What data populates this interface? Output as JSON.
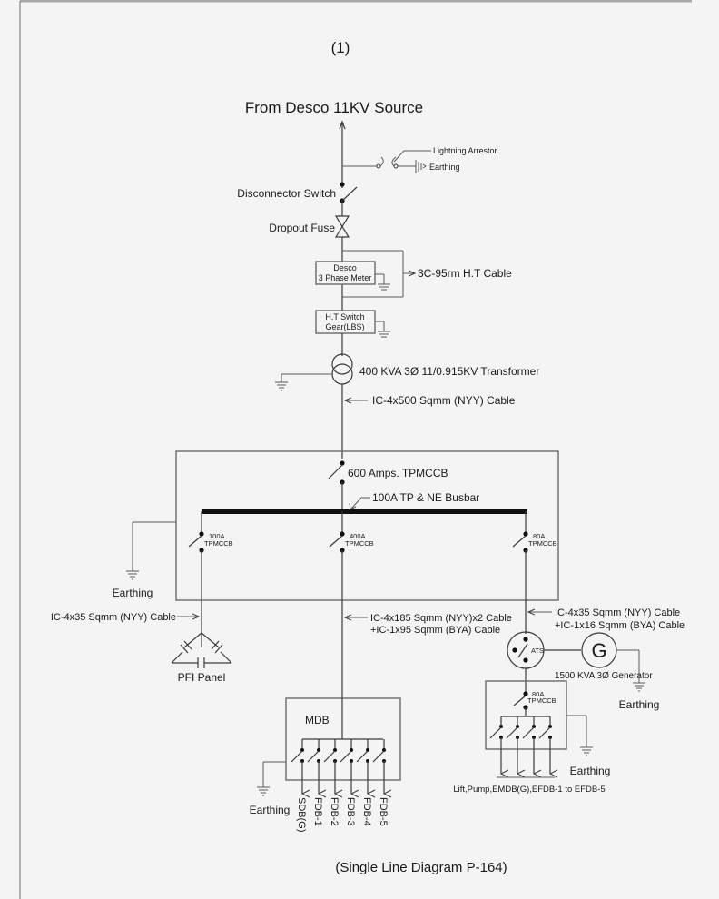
{
  "page": {
    "number_label": "(1)",
    "caption": "(Single Line Diagram P-164)"
  },
  "source": {
    "label": "From Desco 11KV Source"
  },
  "lightning_arrestor": {
    "label": "Lightning Arrestor",
    "earthing_label": "Earthing"
  },
  "disconnector": {
    "label": "Disconnector Switch"
  },
  "dropout_fuse": {
    "label": "Dropout Fuse"
  },
  "meter": {
    "line1": "Desco",
    "line2": "3 Phase Meter"
  },
  "ht_cable": {
    "label": "3C-95rm H.T Cable"
  },
  "ht_switchgear": {
    "line1": "H.T Switch",
    "line2": "Gear(LBS)"
  },
  "transformer": {
    "label": "400 KVA 3Ø 11/0.915KV Transformer"
  },
  "main_cable": {
    "label": "IC-4x500 Sqmm (NYY) Cable"
  },
  "main_breaker": {
    "label": "600 Amps. TPMCCB"
  },
  "busbar": {
    "label": "100A TP & NE Busbar"
  },
  "panel_earthing": {
    "label": "Earthing"
  },
  "feeders": [
    {
      "rating": "100A",
      "type": "TPMCCB"
    },
    {
      "rating": "400A",
      "type": "TPMCCB"
    },
    {
      "rating": "80A",
      "type": "TPMCCB"
    }
  ],
  "pfi": {
    "cable_label": "IC-4x35 Sqmm (NYY) Cable",
    "label": "PFI Panel"
  },
  "mdb": {
    "cable_line1": "IC-4x185 Sqmm (NYY)x2 Cable",
    "cable_line2": "+IC-1x95 Sqmm (BYA) Cable",
    "label": "MDB",
    "earthing_label": "Earthing",
    "outputs": [
      "SDB(G)",
      "FDB-1",
      "FDB-2",
      "FDB-3",
      "FDB-4",
      "FDB-5"
    ]
  },
  "emergency": {
    "cable_line1": "IC-4x35 Sqmm (NYY) Cable",
    "cable_line2": "+IC-1x16 Sqmm (BYA) Cable",
    "ats_label": "ATS",
    "generator_symbol": "G",
    "generator_label": "1500 KVA 3Ø Generator",
    "generator_earthing_label": "Earthing",
    "breaker_rating": "80A",
    "breaker_type": "TPMCCB",
    "panel_earthing_label": "Earthing",
    "outputs_label": "Lift,Pump,EMDB(G),EFDB-1 to EFDB-5"
  }
}
